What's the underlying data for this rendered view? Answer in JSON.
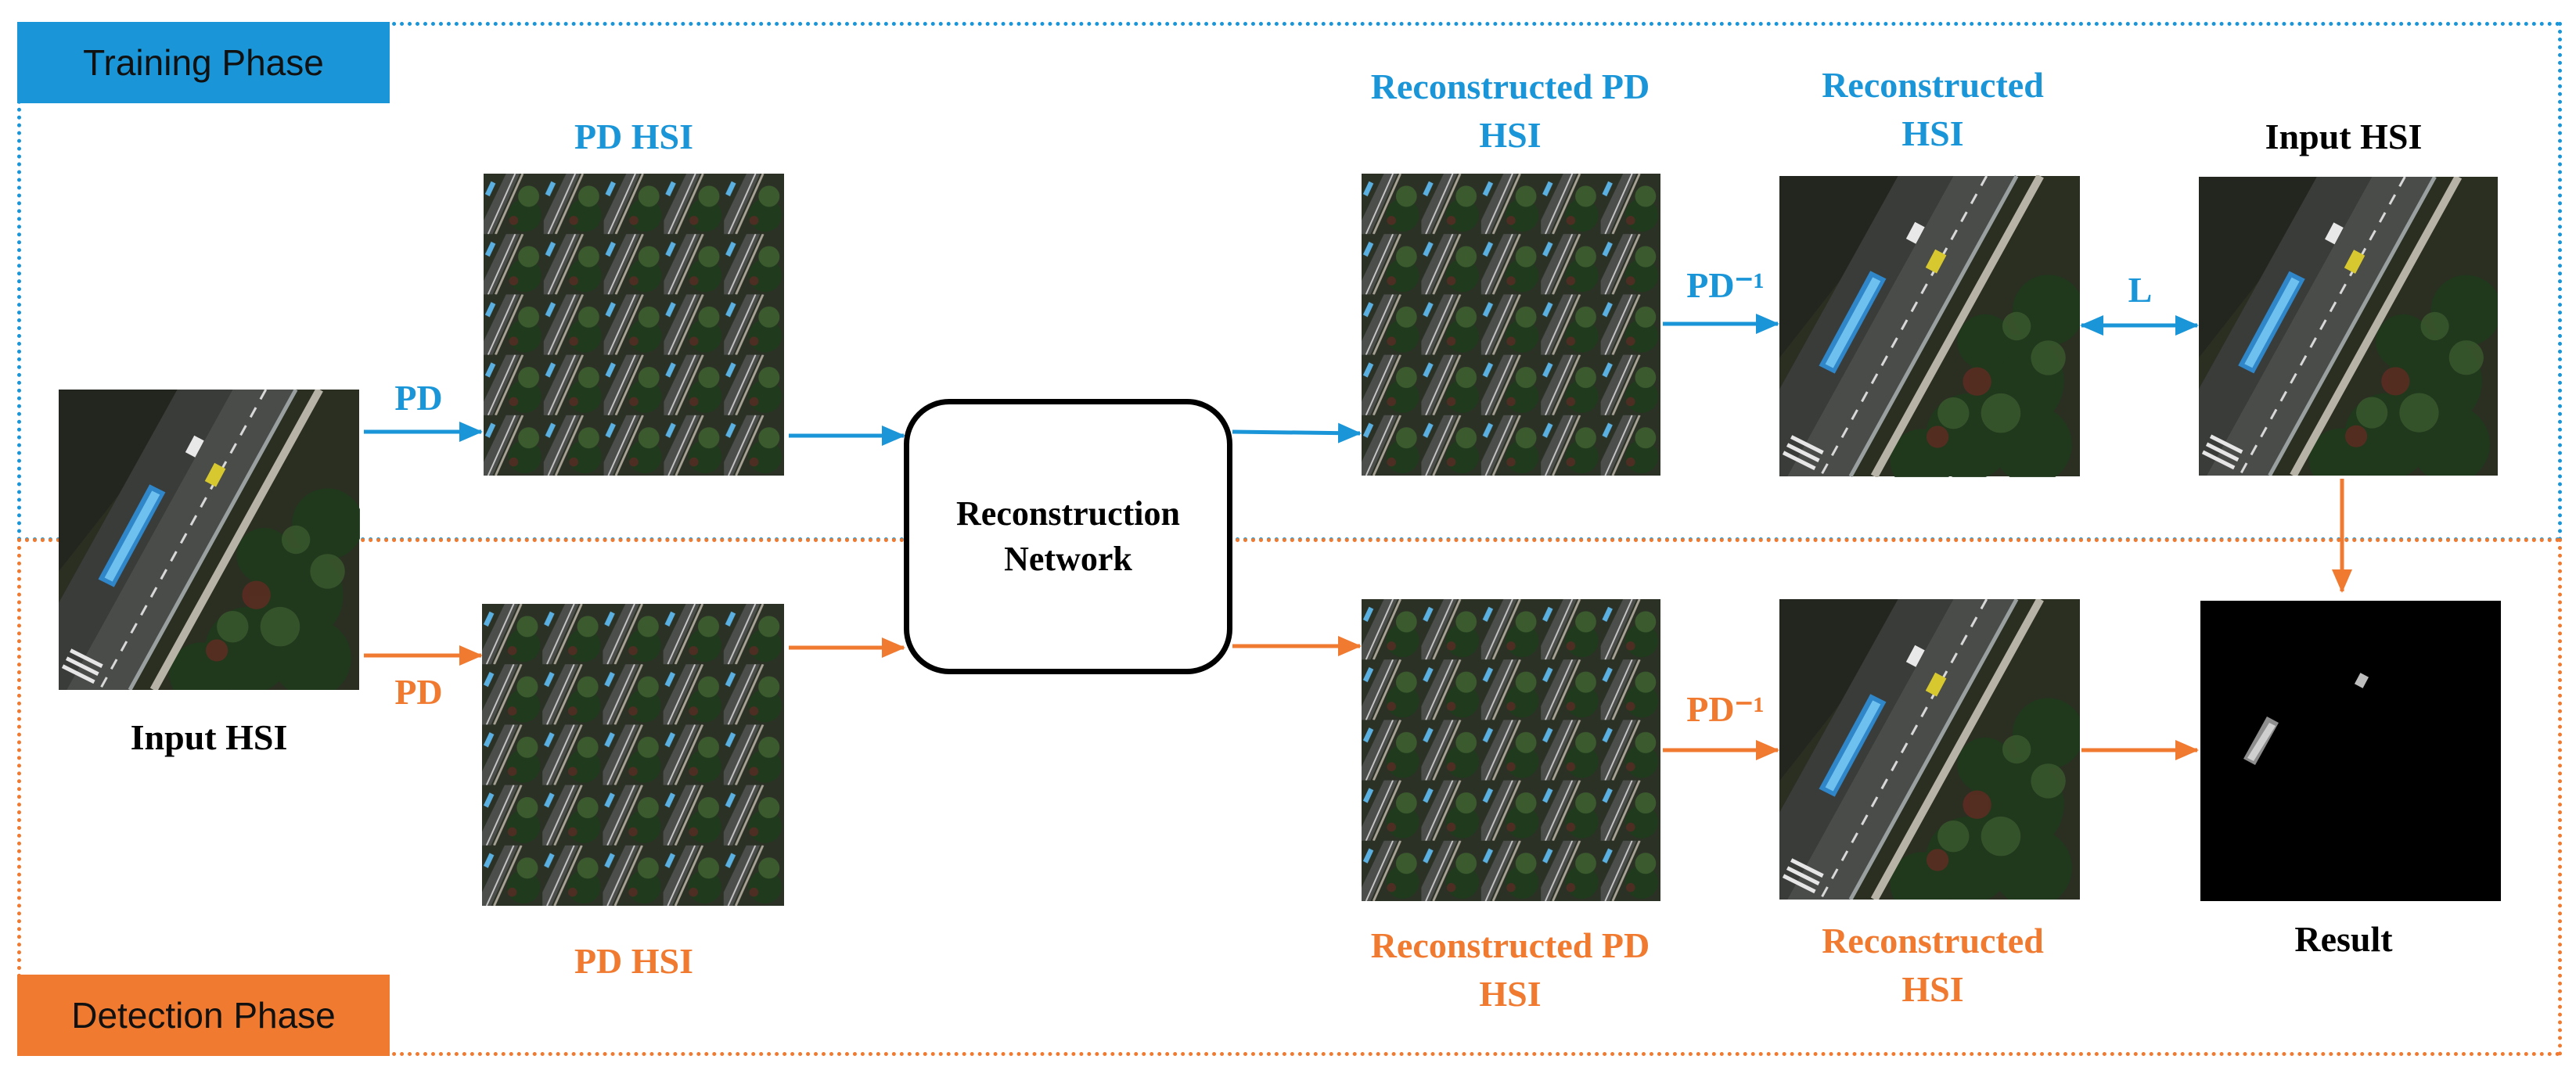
{
  "colors": {
    "training": "#1a96d8",
    "detection": "#f07a30",
    "network_border": "#000000"
  },
  "training": {
    "phase_label": "Training Phase",
    "pd_label": "PD",
    "pd_hsi_label": "PD HSI",
    "recon_pd_label_line1": "Reconstructed PD",
    "recon_pd_label_line2": "HSI",
    "pd_inverse_label": "PD⁻¹",
    "recon_hsi_label_line1": "Reconstructed",
    "recon_hsi_label_line2": "HSI",
    "loss_label": "L",
    "input_hsi_label": "Input HSI"
  },
  "shared": {
    "input_hsi_label": "Input HSI",
    "network_line1": "Reconstruction",
    "network_line2": "Network"
  },
  "detection": {
    "phase_label": "Detection Phase",
    "pd_label": "PD",
    "pd_hsi_label": "PD HSI",
    "recon_pd_label_line1": "Reconstructed PD",
    "recon_pd_label_line2": "HSI",
    "pd_inverse_label": "PD⁻¹",
    "recon_hsi_label_line1": "Reconstructed",
    "recon_hsi_label_line2": "HSI",
    "result_label": "Result"
  }
}
